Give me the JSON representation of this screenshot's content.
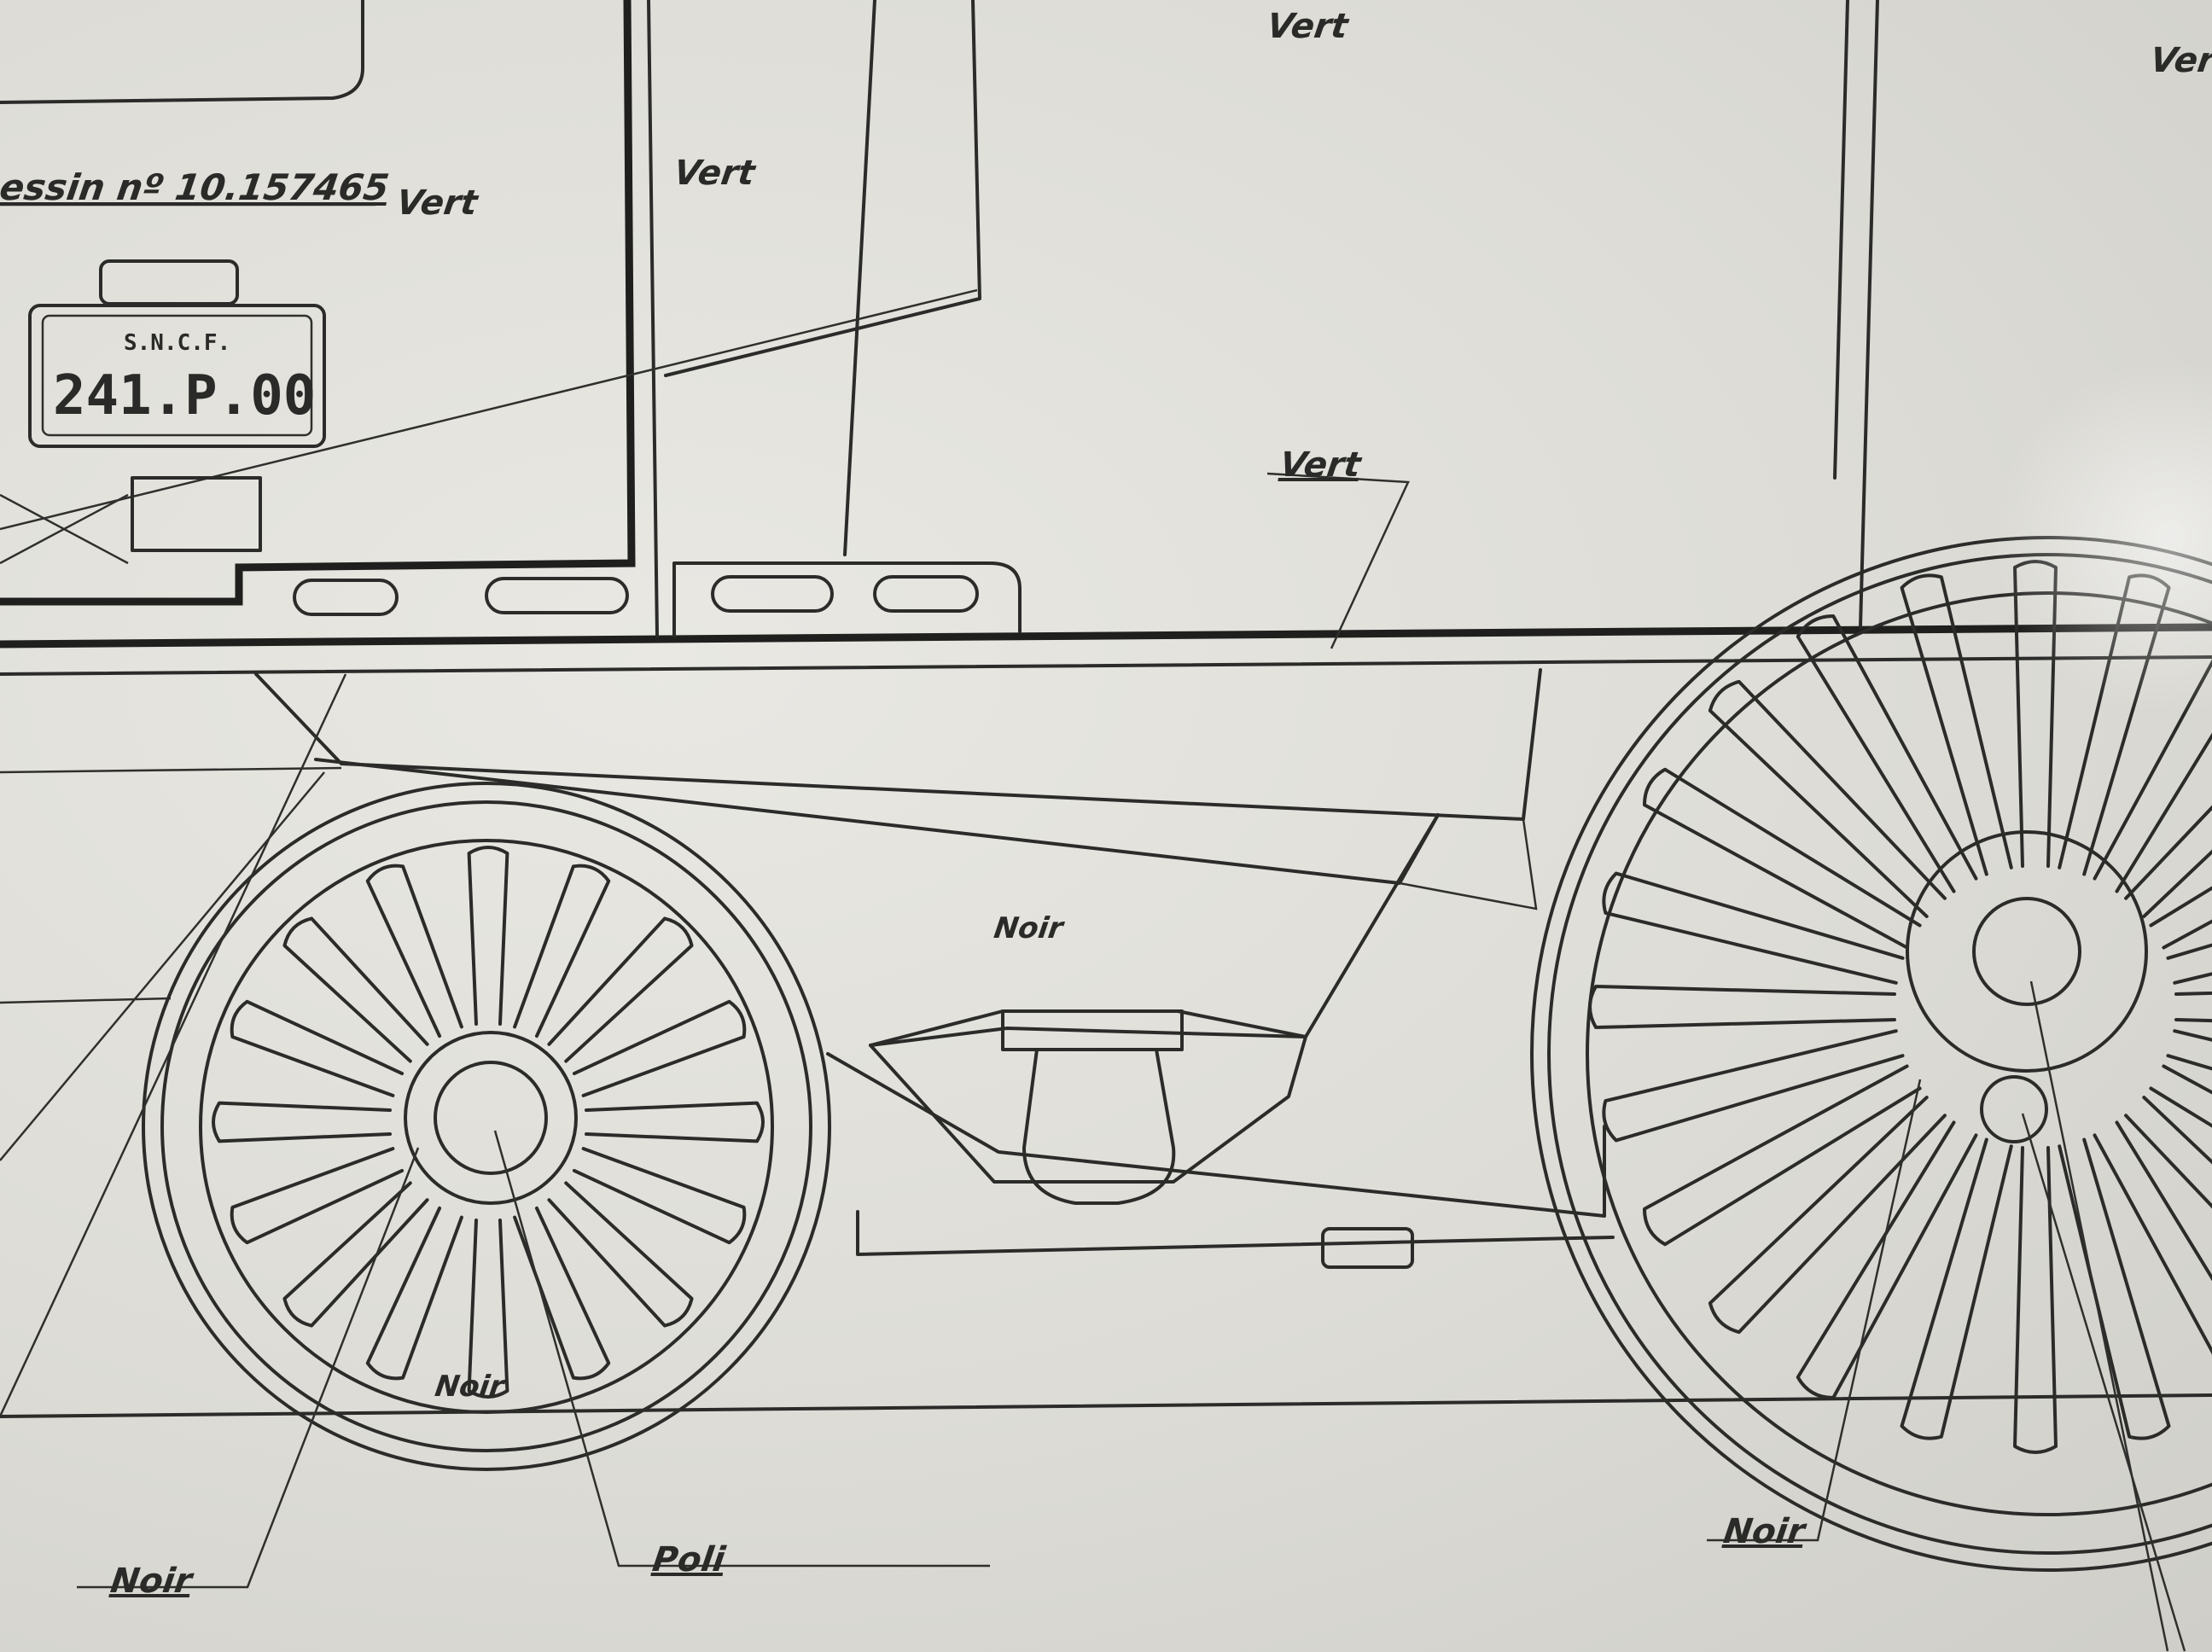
{
  "drawing": {
    "title_fragment": "essin nº 10.157465",
    "plate": {
      "top_tag": "",
      "company": "S.N.C.F.",
      "number": "241.P.00"
    },
    "labels": {
      "vert_top_center": "Vert",
      "vert_top_right": "Vert",
      "vert_title": "Vert",
      "vert_cab": "Vert",
      "vert_frame": "Vert",
      "noir_frame": "Noir",
      "noir_wheel": "Noir",
      "noir_bottom_left": "Noir",
      "noir_bottom_right": "Noir",
      "poli": "Poli"
    },
    "colors": {
      "paper": "#e6e5e0",
      "ink": "#2b2b29"
    }
  }
}
